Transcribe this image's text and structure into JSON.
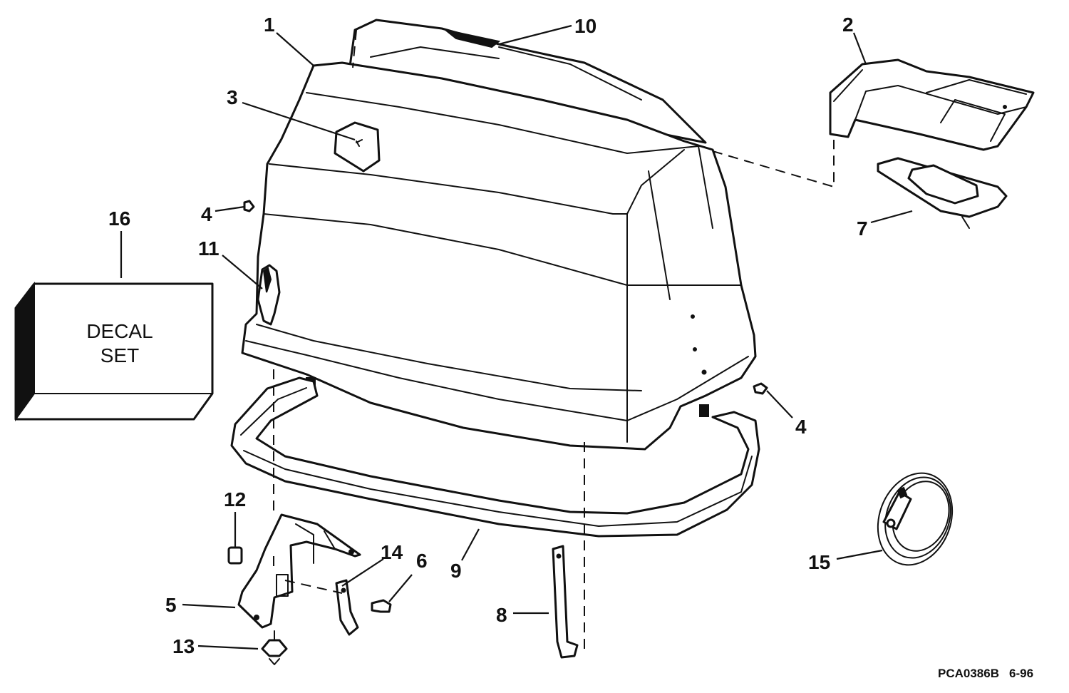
{
  "diagram": {
    "callouts": [
      {
        "id": "1",
        "text": "1"
      },
      {
        "id": "2",
        "text": "2"
      },
      {
        "id": "3",
        "text": "3"
      },
      {
        "id": "4a",
        "text": "4"
      },
      {
        "id": "4b",
        "text": "4"
      },
      {
        "id": "5",
        "text": "5"
      },
      {
        "id": "6",
        "text": "6"
      },
      {
        "id": "7",
        "text": "7"
      },
      {
        "id": "8",
        "text": "8"
      },
      {
        "id": "9",
        "text": "9"
      },
      {
        "id": "10",
        "text": "10"
      },
      {
        "id": "11",
        "text": "11"
      },
      {
        "id": "12",
        "text": "12"
      },
      {
        "id": "13",
        "text": "13"
      },
      {
        "id": "14",
        "text": "14"
      },
      {
        "id": "15",
        "text": "15"
      },
      {
        "id": "16",
        "text": "16"
      }
    ],
    "decal_box": {
      "line1": "DECAL",
      "line2": "SET"
    },
    "figure_code": "PCA0386B",
    "figure_date": "6-96"
  }
}
